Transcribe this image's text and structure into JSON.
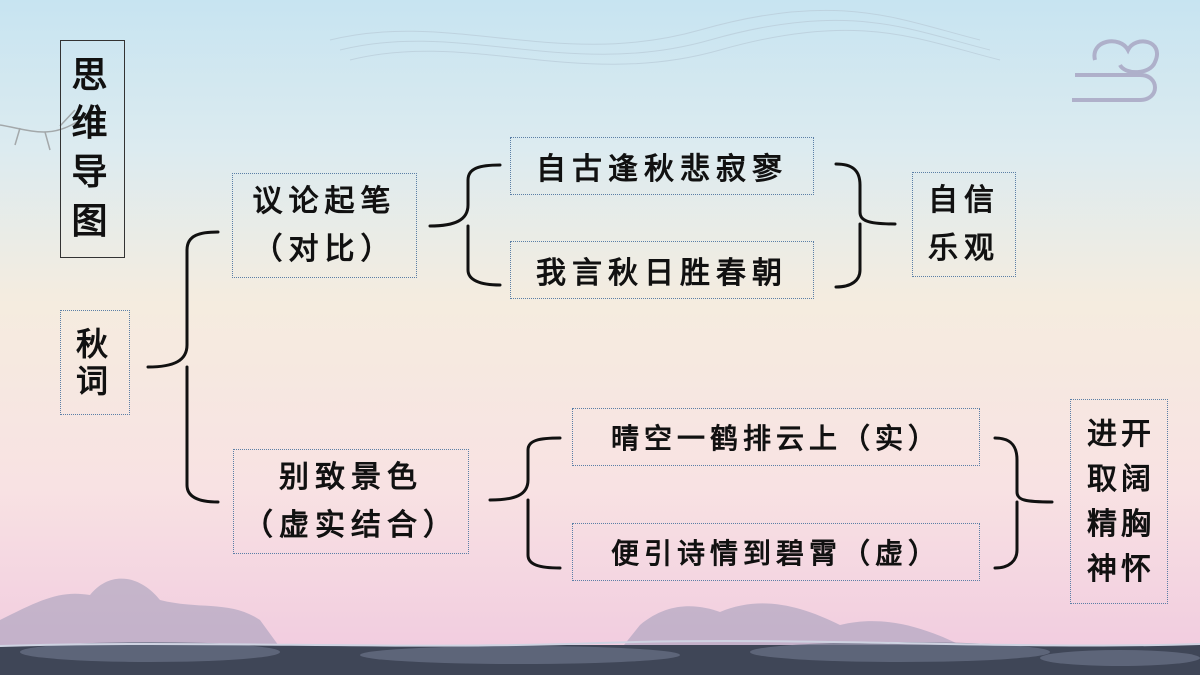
{
  "title": [
    "思",
    "维",
    "导",
    "图"
  ],
  "root": [
    "秋",
    "词"
  ],
  "branch1": {
    "label_lines": [
      "议论起笔",
      "（对比）"
    ],
    "items": [
      "自古逢秋悲寂寥",
      "我言秋日胜春朝"
    ],
    "conclusion_lines": [
      "自信",
      "乐观"
    ]
  },
  "branch2": {
    "label_lines": [
      "别致景色",
      "（虚实结合）"
    ],
    "items": [
      "晴空一鹤排云上（实）",
      "便引诗情到碧霄（虚）"
    ],
    "conclusion_cols": [
      [
        "开",
        "阔",
        "胸",
        "怀"
      ],
      [
        "进",
        "取",
        "精",
        "神"
      ]
    ]
  }
}
